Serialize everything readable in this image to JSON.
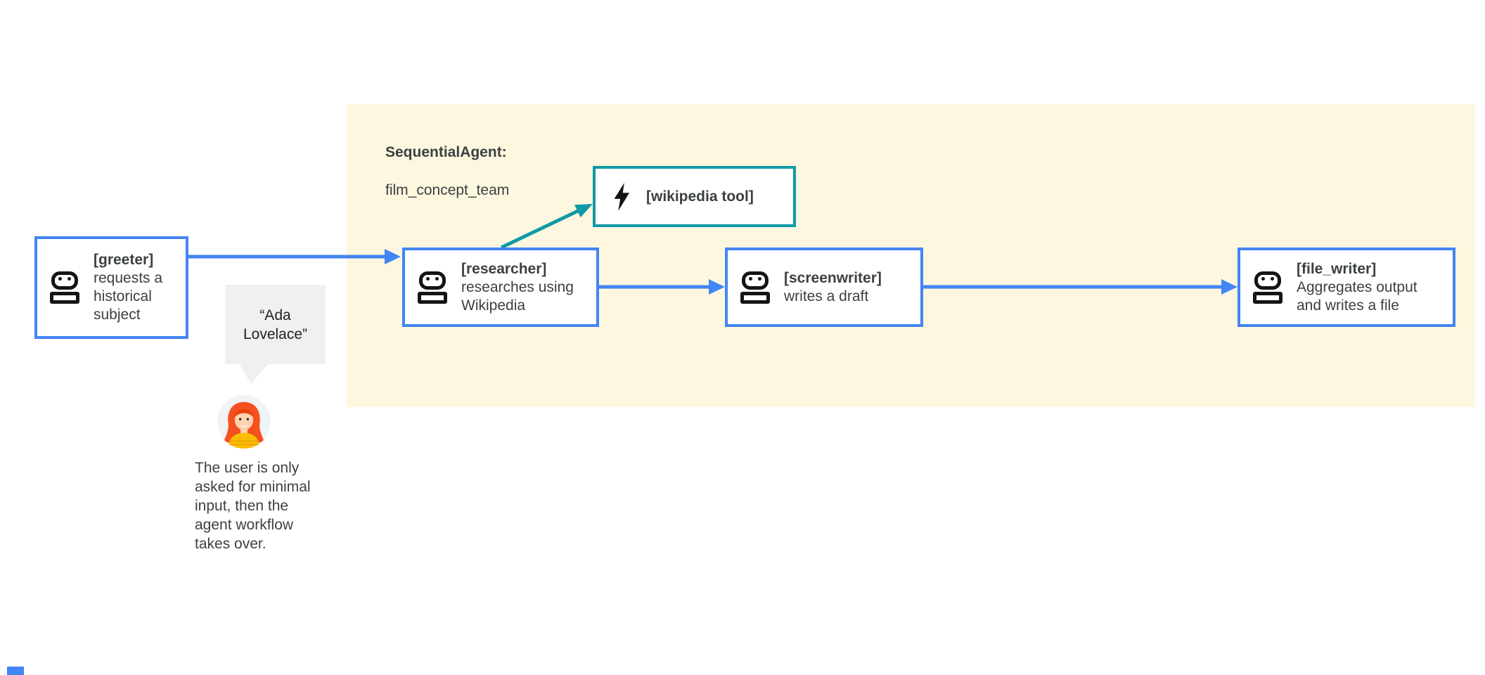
{
  "container": {
    "title_bold": "SequentialAgent:",
    "title_sub": "film_concept_team"
  },
  "nodes": {
    "greeter": {
      "name": "[greeter]",
      "desc": "requests a\nhistorical\nsubject"
    },
    "researcher": {
      "name": "[researcher]",
      "desc": "researches using\nWikipedia"
    },
    "wikipedia_tool": {
      "name": "[wikipedia tool]"
    },
    "screenwriter": {
      "name": "[screenwriter]",
      "desc": "writes a draft"
    },
    "file_writer": {
      "name": "[file_writer]",
      "desc": "Aggregates output\nand writes a file"
    }
  },
  "bubble": {
    "text": "“Ada\nLovelace”"
  },
  "caption": {
    "text": "The user is only\nasked for minimal\ninput, then the\nagent workflow\ntakes over."
  },
  "colors": {
    "accent_blue": "#4285F4",
    "accent_teal": "#0E9AA6",
    "container_bg": "#FEF7E0",
    "text": "#3C4043",
    "bubble_bg": "#F0F0F0"
  },
  "icons": {
    "robot": "robot-icon",
    "bolt": "lightning-bolt-icon",
    "user": "user-avatar"
  }
}
